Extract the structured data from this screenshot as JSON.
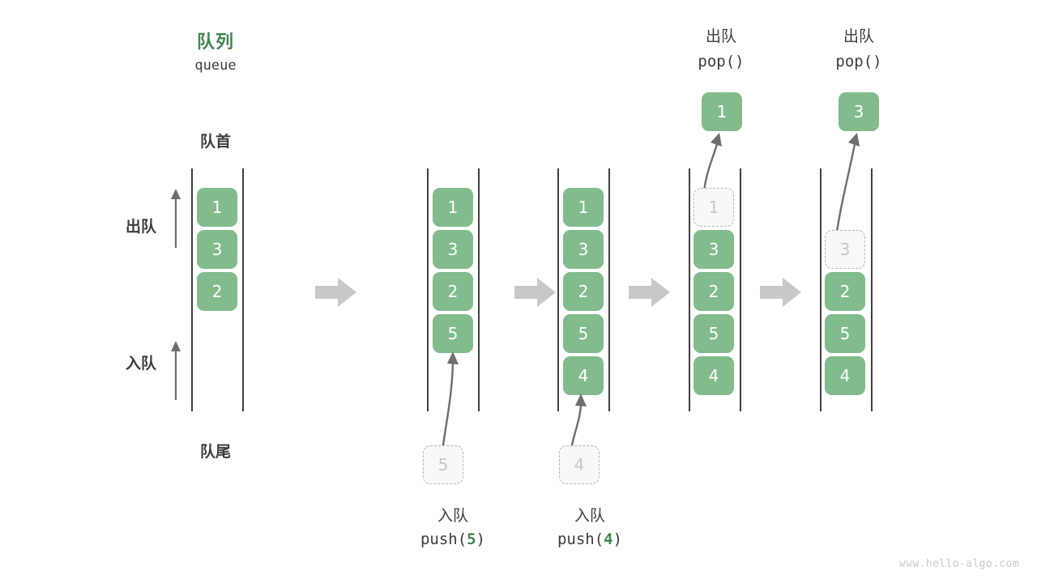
{
  "diagram": {
    "title_cn": "队列",
    "title_code": "queue",
    "head_label": "队首",
    "tail_label": "队尾",
    "dequeue_label": "出队",
    "enqueue_label": "入队",
    "watermark": "www.hello-algo.com",
    "colors": {
      "cell_fill": "#82bb8c",
      "cell_text": "#ffffff",
      "ghost_fill": "#f8f8f8",
      "ghost_border": "#b6b6b6",
      "ghost_text": "#c6c6c6",
      "accent_green": "#41874f",
      "arrow_gray": "#c8c8c8",
      "line_gray": "#6e6e6e",
      "rail": "#404040",
      "text": "#3c3c3c",
      "watermark": "#c9c9c9"
    }
  },
  "stages": [
    {
      "id": "initial",
      "header_cn": "",
      "header_code": "",
      "cells": [
        "1",
        "3",
        "2"
      ],
      "ghost_index": -1,
      "incoming": null,
      "popped": null,
      "footer_cn": "",
      "footer_code": ""
    },
    {
      "id": "push-5",
      "header_cn": "",
      "header_code": "",
      "cells": [
        "1",
        "3",
        "2",
        "5"
      ],
      "ghost_index": -1,
      "incoming": "5",
      "popped": null,
      "footer_cn": "入队",
      "footer_code_prefix": "push(",
      "footer_code_num": "5",
      "footer_code_suffix": ")"
    },
    {
      "id": "push-4",
      "header_cn": "",
      "header_code": "",
      "cells": [
        "1",
        "3",
        "2",
        "5",
        "4"
      ],
      "ghost_index": -1,
      "incoming": "4",
      "popped": null,
      "footer_cn": "入队",
      "footer_code_prefix": "push(",
      "footer_code_num": "4",
      "footer_code_suffix": ")"
    },
    {
      "id": "pop-1",
      "header_cn": "出队",
      "header_code": "pop()",
      "cells": [
        "1",
        "3",
        "2",
        "5",
        "4"
      ],
      "ghost_index": 0,
      "incoming": null,
      "popped": "1",
      "footer_cn": "",
      "footer_code": ""
    },
    {
      "id": "pop-3",
      "header_cn": "出队",
      "header_code": "pop()",
      "cells": [
        "3",
        "2",
        "5",
        "4"
      ],
      "ghost_index": 0,
      "incoming": null,
      "popped": "3",
      "footer_cn": "",
      "footer_code": ""
    }
  ],
  "connectors": [
    "arrow-1",
    "arrow-2",
    "arrow-3",
    "arrow-4"
  ]
}
